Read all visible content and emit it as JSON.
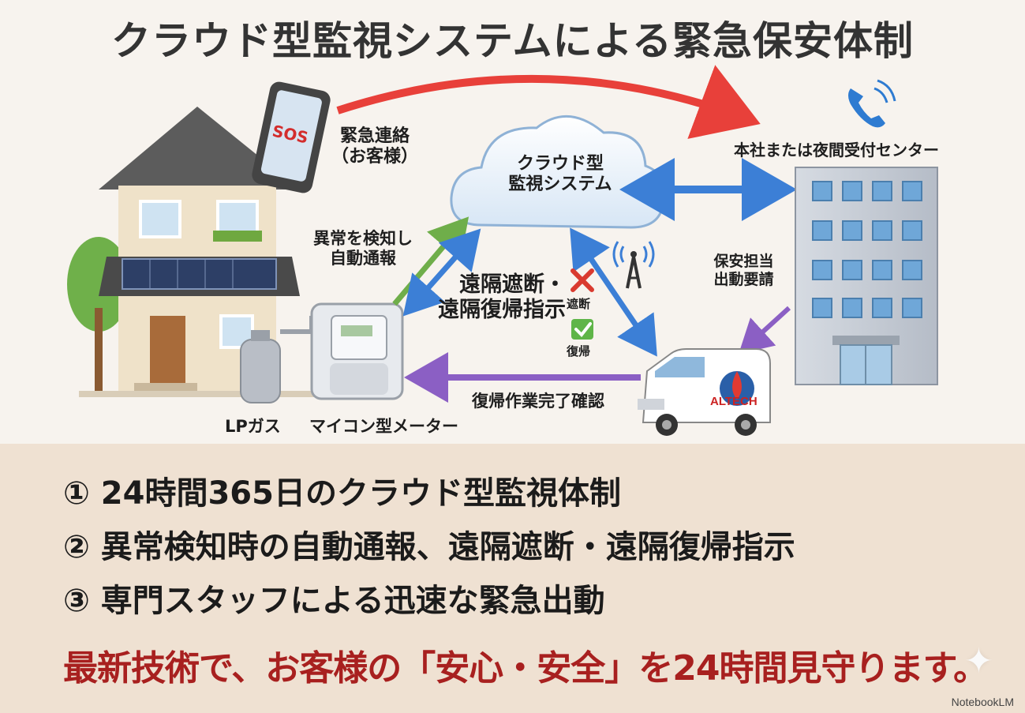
{
  "title": "クラウド型監視システムによる緊急保安体制",
  "labels": {
    "emergency_contact_line1": "緊急連絡",
    "emergency_contact_line2": "（お客様）",
    "cloud_line1": "クラウド型",
    "cloud_line2": "監視システム",
    "center": "本社または夜間受付センター",
    "detect_line1": "異常を検知し",
    "detect_line2": "自動通報",
    "remote_line1": "遠隔遮断・",
    "remote_line2": "遠隔復帰指示",
    "shutoff": "遮断",
    "restore": "復帰",
    "dispatch_line1": "保安担当",
    "dispatch_line2": "出動要請",
    "completion": "復帰作業完了確認",
    "lp_gas": "LPガス",
    "meter": "マイコン型メーター",
    "sos": "SOS",
    "vehicle_brand": "ALTECH"
  },
  "points": [
    "① 24時間365日のクラウド型監視体制",
    "② 異常検知時の自動通報、遠隔遮断・遠隔復帰指示",
    "③ 専門スタッフによる迅速な緊急出動"
  ],
  "slogan": "最新技術で、お客様の「安心・安全」を24時間見守ります。",
  "brand": "NotebookLM",
  "colors": {
    "red_arrow": "#e8403a",
    "blue_arrow": "#3c7fd6",
    "green_arrow": "#6fae4a",
    "purple_arrow": "#8b5fc4",
    "slogan": "#a8201f"
  },
  "icons": [
    "phone-icon",
    "antenna-icon",
    "cross-icon",
    "check-icon",
    "sparkle-icon"
  ]
}
